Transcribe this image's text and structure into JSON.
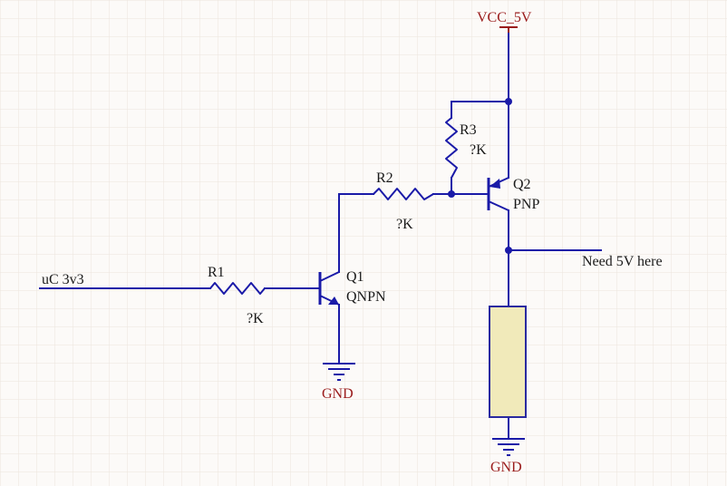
{
  "colors": {
    "wire": "#1a1aa8",
    "power_label": "#9a1b1b",
    "label": "#1a1a1a",
    "grid": "#ece4dd",
    "load_fill": "#f1eaba",
    "load_stroke": "#2a2aa0",
    "junction": "#1a1aa8"
  },
  "nets": {
    "vcc": "VCC_5V",
    "gnd_q1": "GND",
    "gnd_load": "GND",
    "input": "uC 3v3",
    "output": "Need 5V here"
  },
  "components": {
    "r1": {
      "designator": "R1",
      "value": "?K"
    },
    "r2": {
      "designator": "R2",
      "value": "?K"
    },
    "r3": {
      "designator": "R3",
      "value": "?K"
    },
    "q1": {
      "designator": "Q1",
      "type": "QNPN"
    },
    "q2": {
      "designator": "Q2",
      "type": "PNP"
    }
  }
}
